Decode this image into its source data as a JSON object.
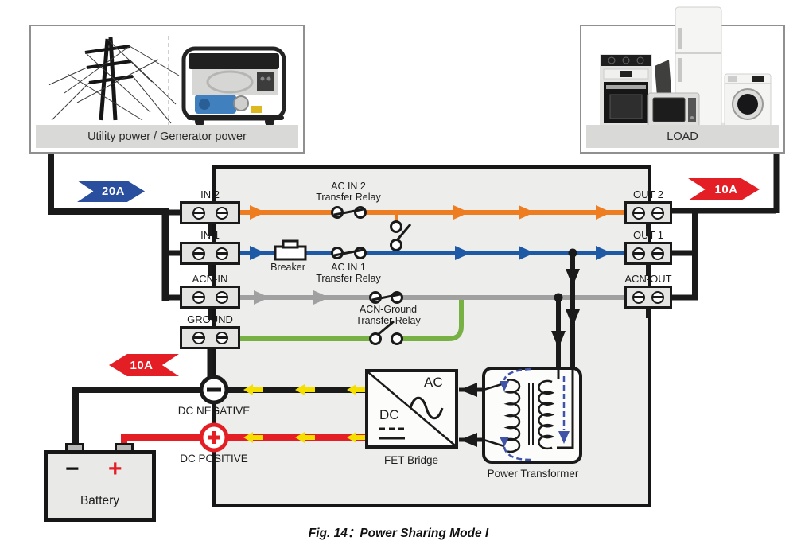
{
  "figure": {
    "caption": "Fig. 14：Power Sharing Mode I"
  },
  "source_panel": {
    "label": "Utility power / Generator power"
  },
  "load_panel": {
    "label": "LOAD"
  },
  "flow_badges": {
    "ac_input": {
      "label": "20A",
      "color": "#2a4f9f",
      "direction": "right"
    },
    "ac_output": {
      "label": "10A",
      "color": "#e41e25",
      "direction": "right"
    },
    "dc_charge": {
      "label": "10A",
      "color": "#e41e25",
      "direction": "left"
    }
  },
  "terminals": {
    "in2": "IN 2",
    "in1": "IN 1",
    "acn_in": "ACN-IN",
    "ground": "GROUND",
    "out2": "OUT 2",
    "out1": "OUT 1",
    "acn_out": "ACN-OUT"
  },
  "components": {
    "breaker": {
      "label": "Breaker"
    },
    "ac_in_2_relay": {
      "line1": "AC IN 2",
      "line2": "Transfer Relay",
      "state": "closed"
    },
    "ac_in_1_relay": {
      "line1": "AC IN 1",
      "line2": "Transfer Relay",
      "state": "closed"
    },
    "acn_ground_relay": {
      "line1": "ACN-Ground",
      "line2": "Transfer Relay",
      "state": "open"
    },
    "fet_bridge": {
      "label": "FET Bridge",
      "ac": "AC",
      "dc": "DC"
    },
    "transformer": {
      "label": "Power Transformer"
    },
    "battery": {
      "label": "Battery",
      "minus": "−",
      "plus": "+"
    },
    "dc_negative": {
      "label": "DC NEGATIVE"
    },
    "dc_positive": {
      "label": "DC POSITIVE"
    }
  },
  "wire_colors": {
    "ac_line_2": "#ee7d22",
    "ac_line_1": "#1d59a5",
    "acn_line": "#a0a0a0",
    "ground_line": "#77b043",
    "charge_flow": "#f5df00",
    "dc_positive": "#e41e25",
    "black": "#1a1a1a"
  }
}
